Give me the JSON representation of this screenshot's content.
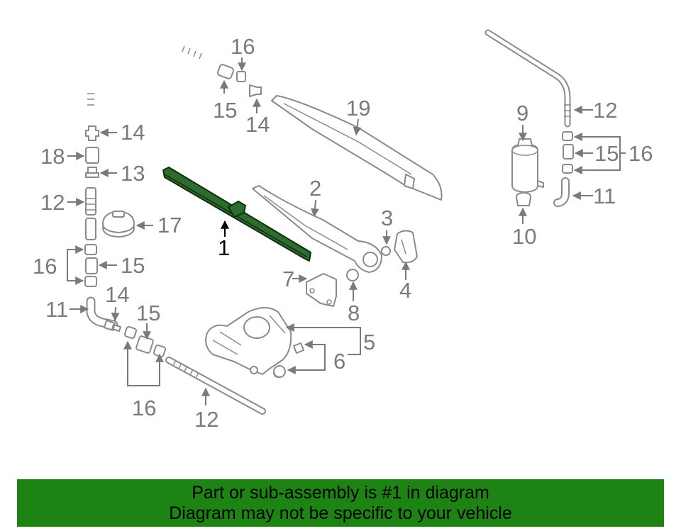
{
  "diagram": {
    "highlighted_part": "1",
    "callouts": [
      "1",
      "2",
      "3",
      "4",
      "5",
      "6",
      "7",
      "8",
      "9",
      "10",
      "11",
      "12",
      "13",
      "14",
      "15",
      "16",
      "17",
      "18",
      "19"
    ]
  },
  "footer": {
    "line1": "Part or sub-assembly is #1 in diagram",
    "line2": "Diagram may not be specific to your vehicle"
  },
  "colors": {
    "highlight": "#2e6b2e",
    "footer_bg": "#1d8413",
    "line_art": "#8a8a8a"
  }
}
